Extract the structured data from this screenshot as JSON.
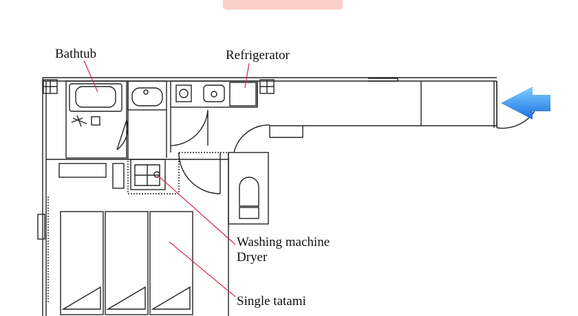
{
  "banner": {
    "color": "#f9cfc7"
  },
  "labels": {
    "bathtub": "Bathtub",
    "refrigerator": "Refrigerator",
    "washing_machine": "Washing machine",
    "dryer": "Dryer",
    "single_tatami": "Single tatami"
  },
  "colors": {
    "walls": "#222222",
    "leader_lines": "#d6284a",
    "entrance_arrow_light": "#7fd0ff",
    "entrance_arrow_dark": "#1a6fe0"
  },
  "icons": {
    "entrance": "entrance-arrow-icon"
  }
}
